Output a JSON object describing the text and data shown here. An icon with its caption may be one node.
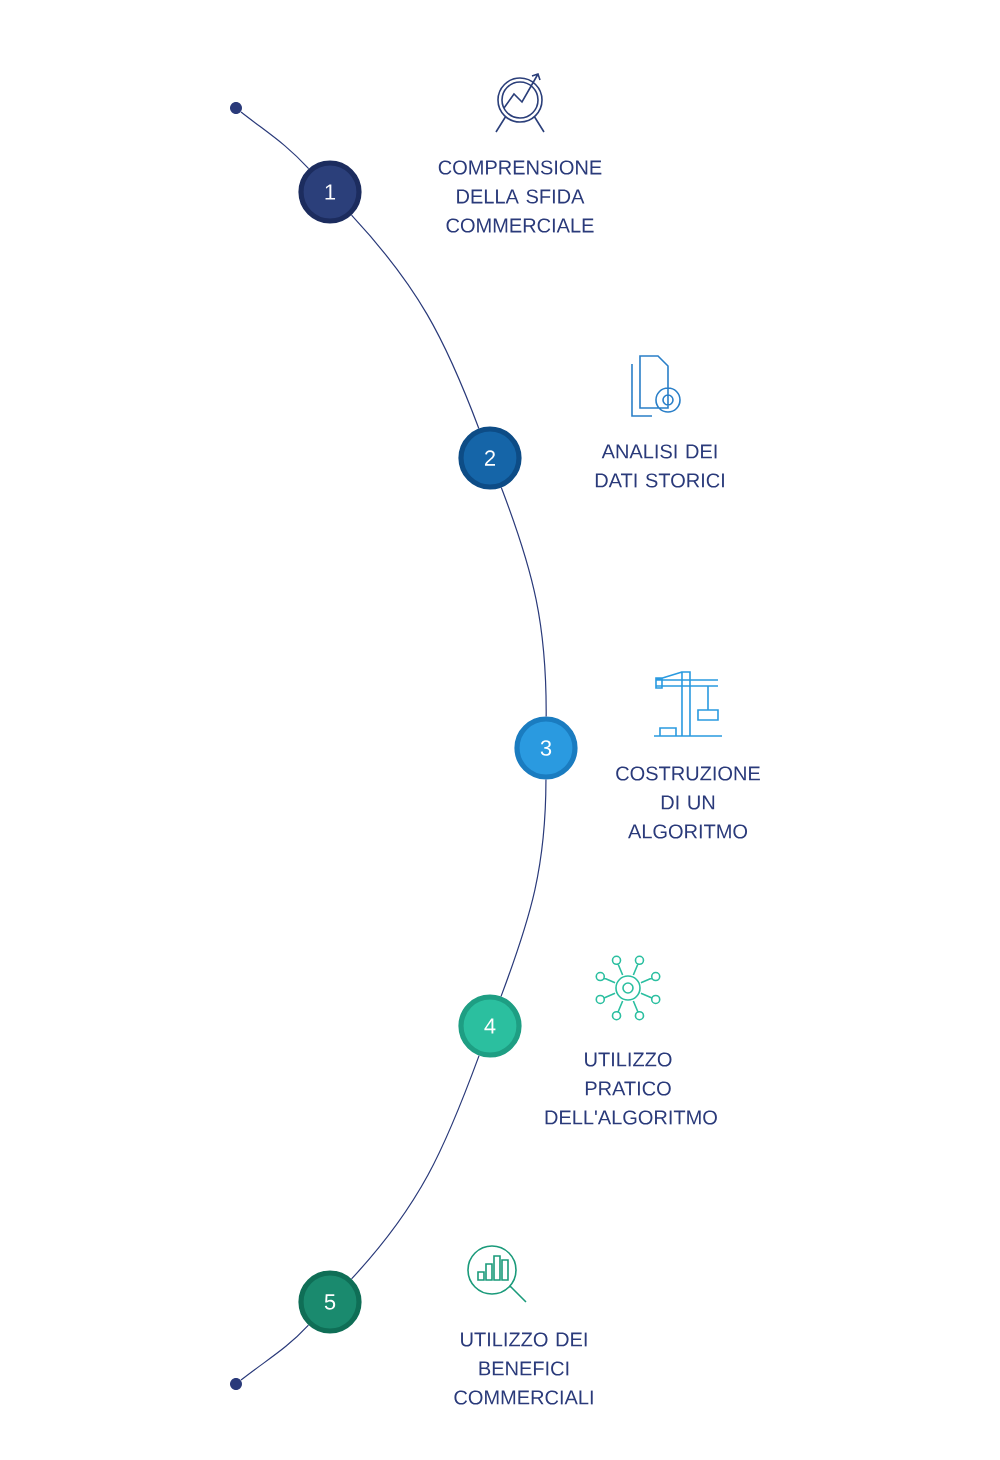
{
  "diagram": {
    "nodes": [
      {
        "text": [],
        "shape": "circle"
      },
      {
        "text": [
          "1"
        ]
      },
      {
        "text": [
          "2"
        ]
      },
      {
        "text": [
          "3"
        ]
      },
      {
        "text": [
          "4"
        ]
      },
      {
        "text": [
          "5"
        ]
      },
      {
        "text": [],
        "shape": "circle"
      }
    ],
    "edges": [
      {
        "from": 0,
        "to": 1,
        "arrow": "none"
      },
      {
        "from": 1,
        "to": 2,
        "arrow": "none"
      },
      {
        "from": 2,
        "to": 3,
        "arrow": "none"
      },
      {
        "from": 3,
        "to": 4,
        "arrow": "none"
      },
      {
        "from": 4,
        "to": 5,
        "arrow": "none"
      },
      {
        "from": 5,
        "to": 6,
        "arrow": "none"
      }
    ],
    "labels": [
      "COMPRENSIONE DELLA SFIDA COMMERCIALE",
      "ANALISI DEI DATI STORICI",
      "COSTRUZIONE DI UN ALGORITMO",
      "UTILIZZO PRATICO DELL'ALGORITMO",
      "UTILIZZO DEI BENEFICI COMMERCIALI"
    ]
  }
}
